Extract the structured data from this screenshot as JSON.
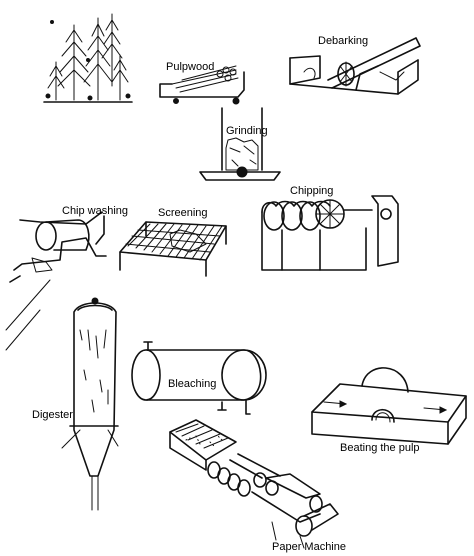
{
  "labels": {
    "pulpwood": "Pulpwood",
    "debarking": "Debarking",
    "grinding": "Grinding",
    "chipping": "Chipping",
    "chip_washing": "Chip washing",
    "screening": "Screening",
    "bleaching": "Bleaching",
    "digester": "Digester",
    "beating": "Beating the pulp",
    "paper_machine": "Paper Machine"
  }
}
